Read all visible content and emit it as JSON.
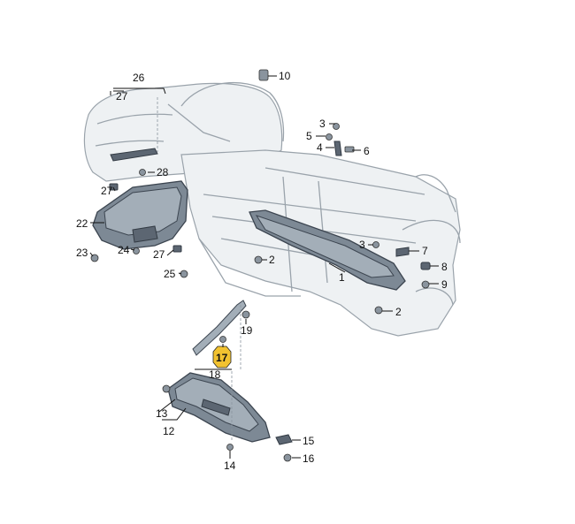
{
  "callouts": {
    "c1": "1",
    "c2a": "2",
    "c2b": "2",
    "c3a": "3",
    "c3b": "3",
    "c4": "4",
    "c5": "5",
    "c6": "6",
    "c7": "7",
    "c8": "8",
    "c9": "9",
    "c10": "10",
    "c12": "12",
    "c13": "13",
    "c14": "14",
    "c15": "15",
    "c16": "16",
    "c17": "17",
    "c18": "18",
    "c19": "19",
    "c22": "22",
    "c23": "23",
    "c24": "24",
    "c25": "25",
    "c26": "26",
    "c27a": "27",
    "c27b": "27",
    "c27c": "27",
    "c28": "28"
  },
  "colors": {
    "highlight": "#f2c230",
    "panel": "#7d8995",
    "body_outline": "#9aa3ab"
  }
}
